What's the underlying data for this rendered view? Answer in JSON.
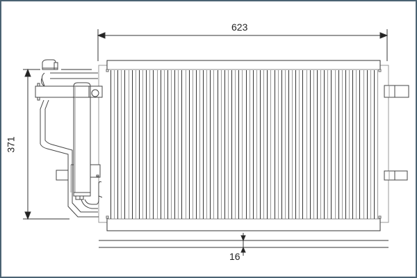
{
  "drawing": {
    "subject": "A/C condenser with receiver-dryer",
    "colors": {
      "frame_border": "#4a6272",
      "line_dark": "#333333",
      "line_gray": "#999999"
    },
    "dimensions": {
      "width": {
        "label": "623",
        "unit": "mm"
      },
      "height": {
        "label": "371",
        "unit": "mm"
      },
      "thickness": {
        "label": "16",
        "unit": "mm"
      }
    },
    "fin_count": 76
  }
}
